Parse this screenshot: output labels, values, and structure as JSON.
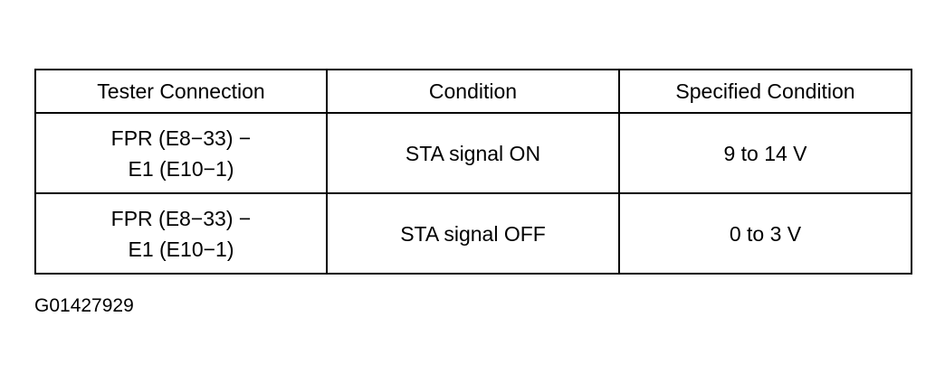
{
  "table": {
    "headers": [
      "Tester Connection",
      "Condition",
      "Specified Condition"
    ],
    "rows": [
      {
        "connection": [
          "FPR (E8−33) −",
          "E1 (E10−1)"
        ],
        "condition": "STA signal ON",
        "specified": "9 to 14 V"
      },
      {
        "connection": [
          "FPR (E8−33) −",
          "E1 (E10−1)"
        ],
        "condition": "STA signal OFF",
        "specified": "0 to 3 V"
      }
    ]
  },
  "figure_id": "G01427929"
}
